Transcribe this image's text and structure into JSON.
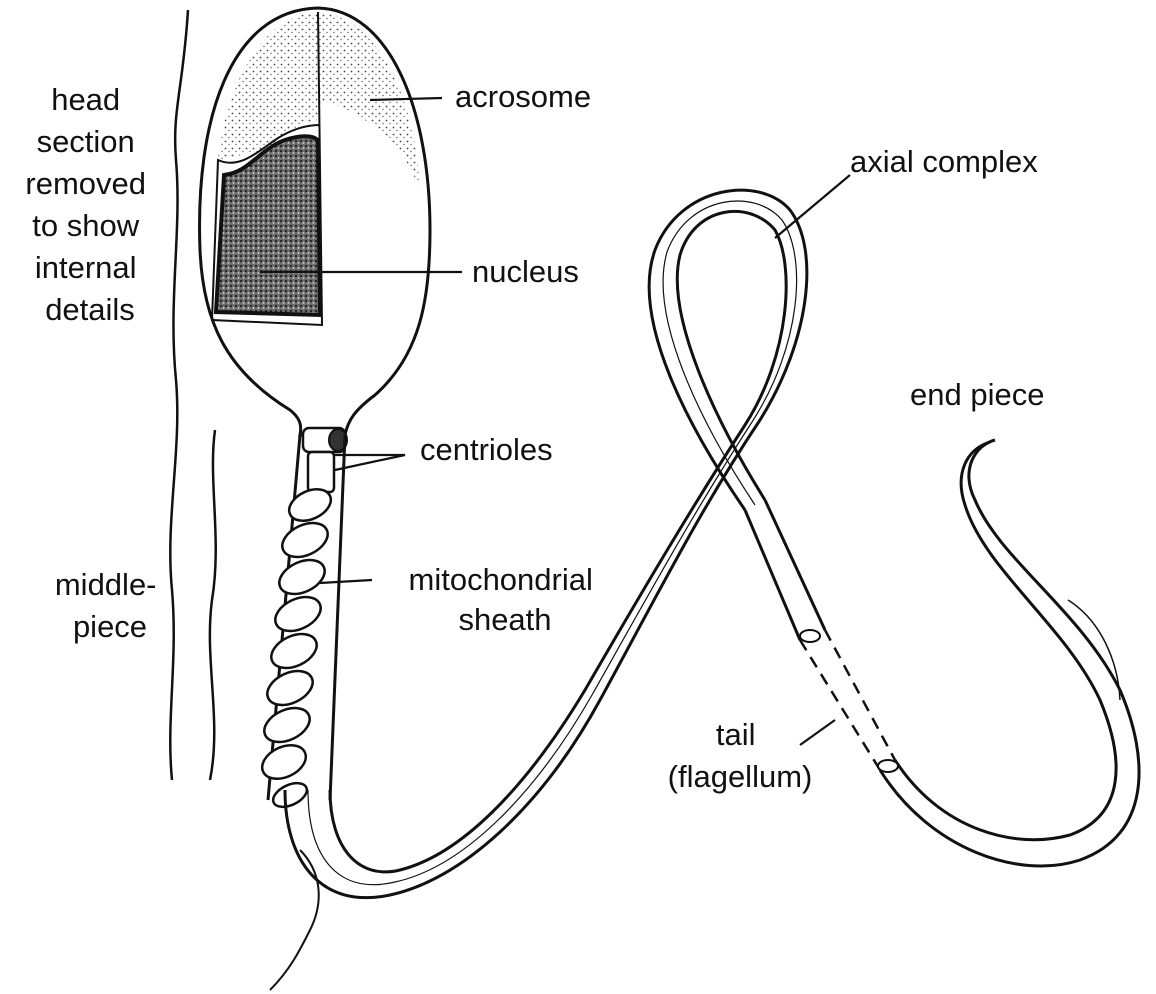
{
  "labels": {
    "head_section": [
      "head",
      "section",
      "removed",
      "to show",
      "internal",
      "details"
    ],
    "acrosome": "acrosome",
    "axial_complex": "axial complex",
    "nucleus": "nucleus",
    "end_piece": "end piece",
    "centrioles": "centrioles",
    "middle_piece": [
      "middle-",
      "piece"
    ],
    "mitochondrial_sheath": [
      "mitochondrial",
      "sheath"
    ],
    "tail": [
      "tail",
      "(flagellum)"
    ]
  },
  "colors": {
    "ink": "#111111",
    "background": "#ffffff",
    "nucleus_fill": "#3a3a3a"
  }
}
